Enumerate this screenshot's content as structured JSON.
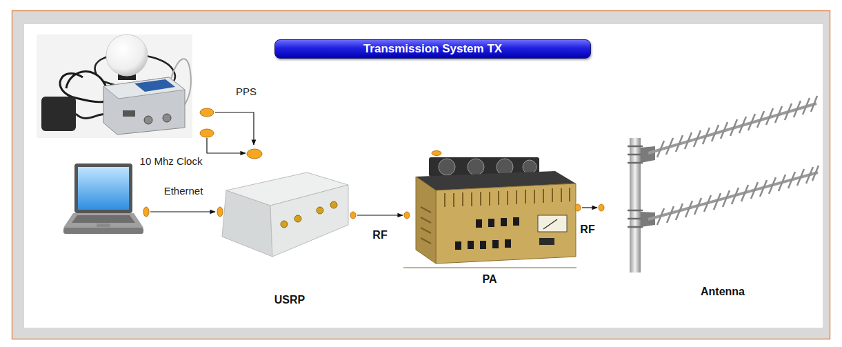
{
  "diagram": {
    "title": "Transmission System TX",
    "nodes": [
      {
        "text": [
          "USRP"
        ]
      },
      {
        "text": [
          "PA"
        ]
      },
      {
        "text": [
          "Antenna"
        ]
      }
    ],
    "edges": [
      {
        "from": 0,
        "to": 1,
        "arrow": "to",
        "label": "RF"
      },
      {
        "from": 1,
        "to": 2,
        "arrow": "to",
        "label": "RF"
      }
    ],
    "labels": [
      "PPS",
      "10 Mhz Clock",
      "Ethernet"
    ]
  }
}
